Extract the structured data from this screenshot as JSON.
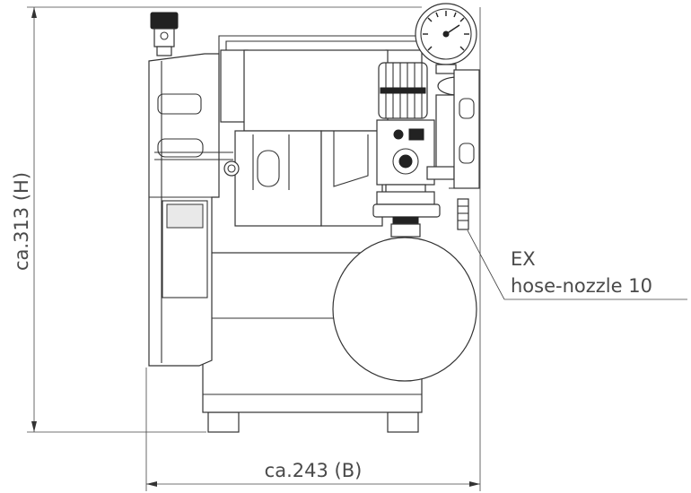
{
  "dimensions": {
    "height_label": "ca.313 (H)",
    "width_label": "ca.243 (B)"
  },
  "callout": {
    "line1": "EX",
    "line2": "hose-nozzle 10"
  },
  "colors": {
    "line": "#333333",
    "text": "#4a4a4a",
    "background": "#ffffff"
  }
}
